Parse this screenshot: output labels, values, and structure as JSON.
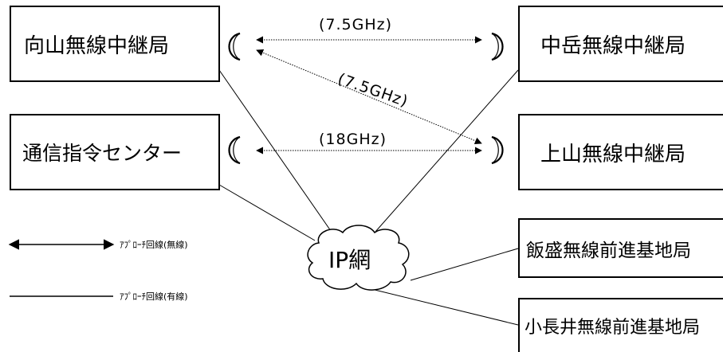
{
  "nodes": {
    "mukaiyama": "向山無線中継局",
    "nakadake": "中岳無線中継局",
    "command_center": "通信指令センター",
    "kamiyama": "上山無線中継局",
    "iimori": "飯盛無線前進基地局",
    "konagai": "小長井無線前進基地局"
  },
  "links": {
    "freq_top": "(7.5GHz)",
    "freq_diagonal": "(7.5GHz)",
    "freq_bottom": "(18GHz)"
  },
  "network": {
    "cloud_label": "IP網"
  },
  "legend": {
    "wireless_label": "ｱﾌﾟﾛｰﾁ回線(無線)",
    "wired_label": "ｱﾌﾟﾛｰﾁ回線(有線)"
  },
  "colors": {
    "line": "#000000",
    "background": "#ffffff"
  }
}
